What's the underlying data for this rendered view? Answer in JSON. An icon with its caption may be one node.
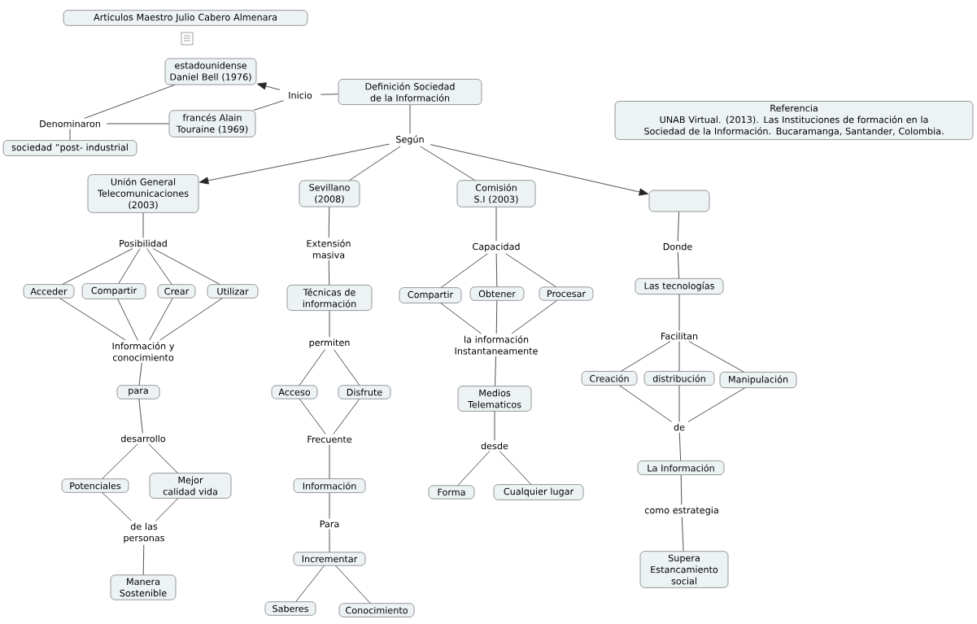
{
  "diagram": {
    "nodes": [
      {
        "text": [
          "Articulos Maestro Julio Cabero Almenara"
        ]
      },
      {
        "text": [
          "estadounidense Daniel Bell (1976)"
        ]
      },
      {
        "text": [
          "Inicio"
        ]
      },
      {
        "text": [
          "Definición Sociedad de la Información"
        ]
      },
      {
        "text": [
          "francés Alain Touraine (1969)"
        ]
      },
      {
        "text": [
          "Denominaron"
        ]
      },
      {
        "text": [
          "sociedad “post- industrial"
        ]
      },
      {
        "text": [
          "Referencia",
          "UNAB Virtual. (2013). Las Instituciones de formación en la Sociedad de la Información. Bucaramanga, Santander, Colombia."
        ]
      },
      {
        "text": [
          "Según"
        ]
      },
      {
        "text": [
          "Unión General Telecomunicaciones (2003)"
        ]
      },
      {
        "text": [
          "Sevillano (2008)"
        ]
      },
      {
        "text": [
          "Comisión S.I (2003)"
        ]
      },
      {
        "text": [],
        "shape": "box"
      },
      {
        "text": [
          "Posibilidad"
        ]
      },
      {
        "text": [
          "Extensión masiva"
        ]
      },
      {
        "text": [
          "Capacidad"
        ]
      },
      {
        "text": [
          "Donde"
        ]
      },
      {
        "text": [
          "Acceder"
        ]
      },
      {
        "text": [
          "Compartir"
        ]
      },
      {
        "text": [
          "Crear"
        ]
      },
      {
        "text": [
          "Utilizar"
        ]
      },
      {
        "text": [
          "Técnicas de información"
        ]
      },
      {
        "text": [
          "Compartir"
        ]
      },
      {
        "text": [
          "Obtener"
        ]
      },
      {
        "text": [
          "Procesar"
        ]
      },
      {
        "text": [
          "Las tecnologías"
        ]
      },
      {
        "text": [
          "Información y conocimiento"
        ]
      },
      {
        "text": [
          "la información Instantaneamente"
        ]
      },
      {
        "text": [
          "Facilitan"
        ]
      },
      {
        "text": [
          "permiten"
        ]
      },
      {
        "text": [
          "para"
        ]
      },
      {
        "text": [
          "Acceso"
        ]
      },
      {
        "text": [
          "Disfrute"
        ]
      },
      {
        "text": [
          "Medios Telematicos"
        ]
      },
      {
        "text": [
          "Creación"
        ]
      },
      {
        "text": [
          "distribución"
        ]
      },
      {
        "text": [
          "Manipulación"
        ]
      },
      {
        "text": [
          "de"
        ]
      },
      {
        "text": [
          "desarrollo"
        ]
      },
      {
        "text": [
          "Frecuente"
        ]
      },
      {
        "text": [
          "desde"
        ]
      },
      {
        "text": [
          "Potenciales"
        ]
      },
      {
        "text": [
          "Mejor calidad vida"
        ]
      },
      {
        "text": [
          "Información"
        ]
      },
      {
        "text": [
          "Forma"
        ]
      },
      {
        "text": [
          "Cualquier lugar"
        ]
      },
      {
        "text": [
          "La Información"
        ]
      },
      {
        "text": [
          "Para"
        ]
      },
      {
        "text": [
          "de las personas"
        ]
      },
      {
        "text": [
          "como estrategia"
        ]
      },
      {
        "text": [
          "Incrementar"
        ]
      },
      {
        "text": [
          "Manera Sostenible"
        ]
      },
      {
        "text": [
          "Supera Estancamiento social"
        ]
      },
      {
        "text": [
          "Saberes"
        ]
      },
      {
        "text": [
          "Conocimiento"
        ]
      }
    ],
    "edges": [
      {
        "from": 3,
        "to": 2,
        "arrow": "none"
      },
      {
        "from": 2,
        "to": 1,
        "arrow": "to"
      },
      {
        "from": 2,
        "to": 4,
        "arrow": "none"
      },
      {
        "from": 1,
        "to": 5,
        "arrow": "none"
      },
      {
        "from": 4,
        "to": 5,
        "arrow": "none"
      },
      {
        "from": 5,
        "to": 6,
        "arrow": "none"
      },
      {
        "from": 3,
        "to": 8,
        "arrow": "none"
      },
      {
        "from": 8,
        "to": 9,
        "arrow": "to"
      },
      {
        "from": 8,
        "to": 10,
        "arrow": "none"
      },
      {
        "from": 8,
        "to": 11,
        "arrow": "none"
      },
      {
        "from": 8,
        "to": 12,
        "arrow": "to"
      },
      {
        "from": 9,
        "to": 13,
        "arrow": "none"
      },
      {
        "from": 13,
        "to": 17,
        "arrow": "none"
      },
      {
        "from": 13,
        "to": 18,
        "arrow": "none"
      },
      {
        "from": 13,
        "to": 19,
        "arrow": "none"
      },
      {
        "from": 13,
        "to": 20,
        "arrow": "none"
      },
      {
        "from": 17,
        "to": 26,
        "arrow": "none"
      },
      {
        "from": 18,
        "to": 26,
        "arrow": "none"
      },
      {
        "from": 19,
        "to": 26,
        "arrow": "none"
      },
      {
        "from": 20,
        "to": 26,
        "arrow": "none"
      },
      {
        "from": 26,
        "to": 30,
        "arrow": "none"
      },
      {
        "from": 30,
        "to": 38,
        "arrow": "none"
      },
      {
        "from": 38,
        "to": 41,
        "arrow": "none"
      },
      {
        "from": 38,
        "to": 42,
        "arrow": "none"
      },
      {
        "from": 41,
        "to": 48,
        "arrow": "none"
      },
      {
        "from": 42,
        "to": 48,
        "arrow": "none"
      },
      {
        "from": 48,
        "to": 51,
        "arrow": "none"
      },
      {
        "from": 10,
        "to": 14,
        "arrow": "none"
      },
      {
        "from": 14,
        "to": 21,
        "arrow": "none"
      },
      {
        "from": 21,
        "to": 29,
        "arrow": "none"
      },
      {
        "from": 29,
        "to": 31,
        "arrow": "none"
      },
      {
        "from": 29,
        "to": 32,
        "arrow": "none"
      },
      {
        "from": 31,
        "to": 39,
        "arrow": "none"
      },
      {
        "from": 32,
        "to": 39,
        "arrow": "none"
      },
      {
        "from": 39,
        "to": 43,
        "arrow": "none"
      },
      {
        "from": 43,
        "to": 47,
        "arrow": "none"
      },
      {
        "from": 47,
        "to": 50,
        "arrow": "none"
      },
      {
        "from": 50,
        "to": 53,
        "arrow": "none"
      },
      {
        "from": 50,
        "to": 54,
        "arrow": "none"
      },
      {
        "from": 11,
        "to": 15,
        "arrow": "none"
      },
      {
        "from": 15,
        "to": 22,
        "arrow": "none"
      },
      {
        "from": 15,
        "to": 23,
        "arrow": "none"
      },
      {
        "from": 15,
        "to": 24,
        "arrow": "none"
      },
      {
        "from": 22,
        "to": 27,
        "arrow": "none"
      },
      {
        "from": 23,
        "to": 27,
        "arrow": "none"
      },
      {
        "from": 24,
        "to": 27,
        "arrow": "none"
      },
      {
        "from": 27,
        "to": 33,
        "arrow": "none"
      },
      {
        "from": 33,
        "to": 40,
        "arrow": "none"
      },
      {
        "from": 40,
        "to": 44,
        "arrow": "none"
      },
      {
        "from": 40,
        "to": 45,
        "arrow": "none"
      },
      {
        "from": 12,
        "to": 16,
        "arrow": "none"
      },
      {
        "from": 16,
        "to": 25,
        "arrow": "none"
      },
      {
        "from": 25,
        "to": 28,
        "arrow": "none"
      },
      {
        "from": 28,
        "to": 34,
        "arrow": "none"
      },
      {
        "from": 28,
        "to": 35,
        "arrow": "none"
      },
      {
        "from": 28,
        "to": 36,
        "arrow": "none"
      },
      {
        "from": 34,
        "to": 37,
        "arrow": "none"
      },
      {
        "from": 35,
        "to": 37,
        "arrow": "none"
      },
      {
        "from": 36,
        "to": 37,
        "arrow": "none"
      },
      {
        "from": 37,
        "to": 46,
        "arrow": "none"
      },
      {
        "from": 46,
        "to": 49,
        "arrow": "none"
      },
      {
        "from": 49,
        "to": 52,
        "arrow": "none"
      }
    ]
  }
}
